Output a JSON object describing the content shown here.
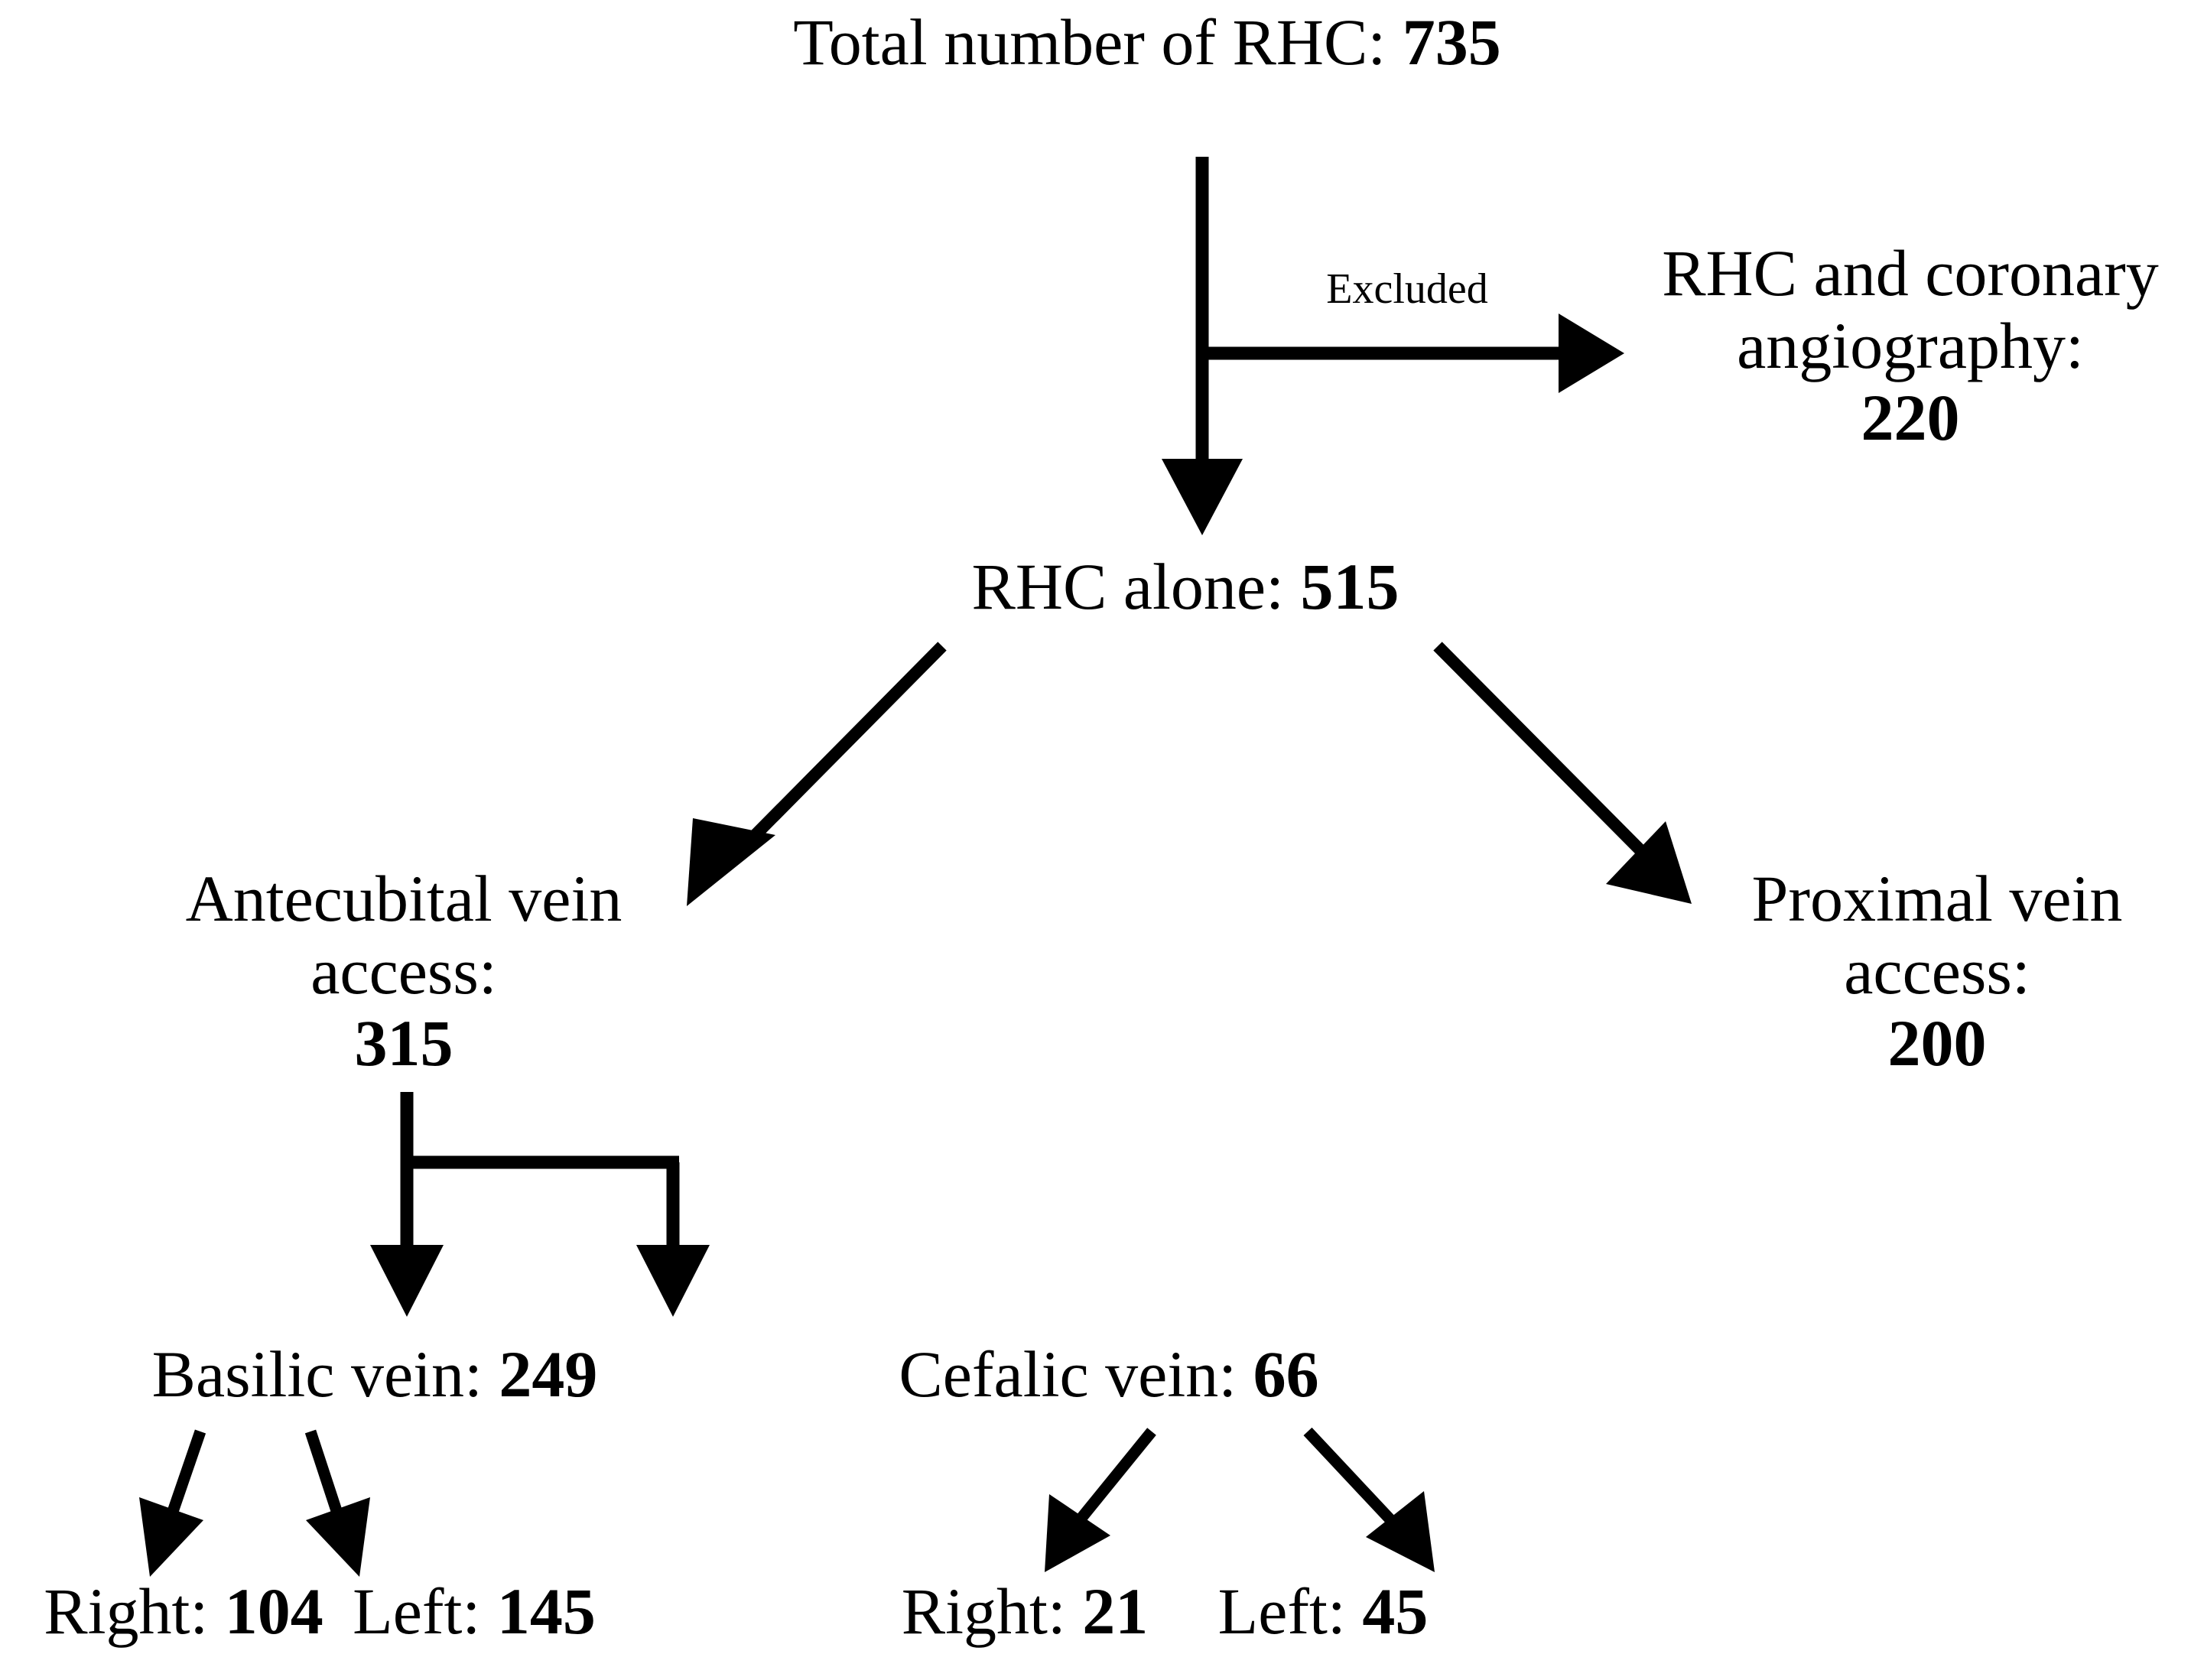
{
  "diagram": {
    "type": "flowchart",
    "title": "Right heart catheterization (RHC) access-site flow diagram",
    "background_color": "#ffffff",
    "line_color": "#000000",
    "text_color": "#000000",
    "nodes": {
      "total": {
        "label": "Total number of RHC:",
        "value": "735"
      },
      "excluded_label": {
        "text": "Excluded"
      },
      "rhc_coronary": {
        "line1": "RHC and coronary",
        "line2": "angiography:",
        "value": "220"
      },
      "rhc_alone": {
        "label": "RHC alone:",
        "value": "515"
      },
      "antecubital": {
        "line1": "Antecubital vein",
        "line2": "access:",
        "value": "315"
      },
      "proximal": {
        "line1": "Proximal vein",
        "line2": "access:",
        "value": "200"
      },
      "basilic": {
        "label": "Basilic vein:",
        "value": "249"
      },
      "cefalic": {
        "label": "Cefalic vein:",
        "value": "66"
      },
      "basilic_right": {
        "label": "Right:",
        "value": "104"
      },
      "basilic_left": {
        "label": "Left:",
        "value": "145"
      },
      "cefalic_right": {
        "label": "Right:",
        "value": "21"
      },
      "cefalic_left": {
        "label": "Left:",
        "value": "45"
      }
    },
    "edges": [
      {
        "from": "total",
        "to": "rhc_coronary",
        "label": "Excluded",
        "style": "elbow-right-arrow"
      },
      {
        "from": "total",
        "to": "rhc_alone",
        "label": "",
        "style": "straight-down-arrow"
      },
      {
        "from": "rhc_alone",
        "to": "antecubital",
        "label": "",
        "style": "diagonal-down-left-arrow"
      },
      {
        "from": "rhc_alone",
        "to": "proximal",
        "label": "",
        "style": "diagonal-down-right-arrow"
      },
      {
        "from": "antecubital",
        "to": "basilic",
        "label": "",
        "style": "t-split-down-arrow"
      },
      {
        "from": "antecubital",
        "to": "cefalic",
        "label": "",
        "style": "t-split-down-arrow"
      },
      {
        "from": "basilic",
        "to": "basilic_right",
        "label": "",
        "style": "diagonal-down-left-arrow"
      },
      {
        "from": "basilic",
        "to": "basilic_left",
        "label": "",
        "style": "diagonal-down-right-arrow"
      },
      {
        "from": "cefalic",
        "to": "cefalic_right",
        "label": "",
        "style": "diagonal-down-left-arrow"
      },
      {
        "from": "cefalic",
        "to": "cefalic_left",
        "label": "",
        "style": "diagonal-down-right-arrow"
      }
    ]
  }
}
